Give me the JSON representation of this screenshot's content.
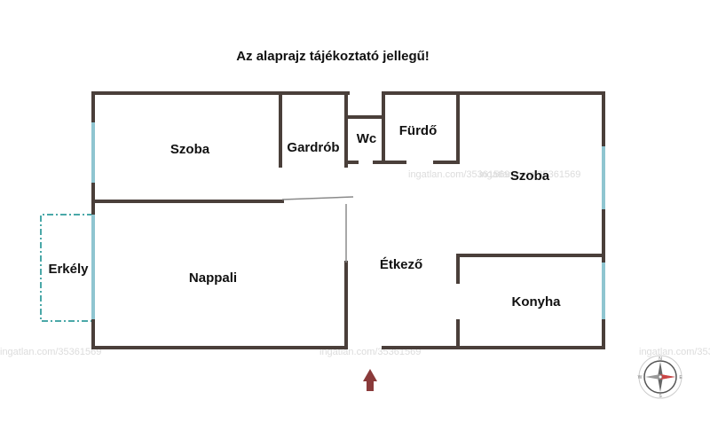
{
  "title": "Az alaprajz tájékoztató jellegű!",
  "rooms": {
    "szoba_1": "Szoba",
    "gardrob": "Gardrób",
    "wc": "Wc",
    "furdo": "Fürdő",
    "szoba_2": "Szoba",
    "erkely": "Erkély",
    "nappali": "Nappali",
    "etkezo": "Étkező",
    "konyha": "Konyha"
  },
  "watermark": "ingatlan.com/35361569",
  "colors": {
    "wall": "#4a3f3a",
    "window": "#8fc5d0",
    "balcony_outline": "#4aa8a8",
    "entrance_arrow": "#8a3a3a"
  },
  "icons": {
    "entrance": "entrance-arrow-icon",
    "compass": "compass-icon"
  }
}
